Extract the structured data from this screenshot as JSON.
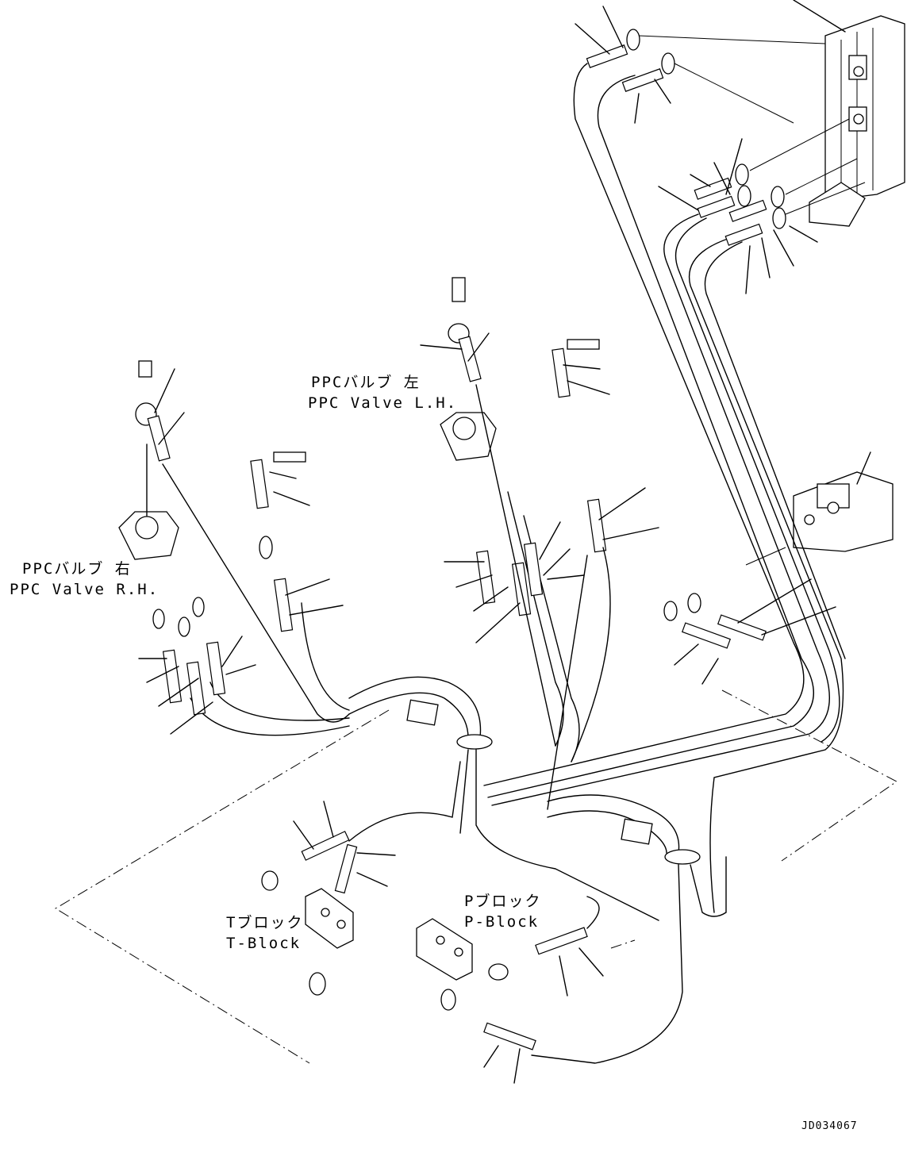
{
  "labels": {
    "ppc_left_jp": "PPCバルブ 左",
    "ppc_left_en": "PPC Valve L.H.",
    "ppc_right_jp": "PPCバルブ 右",
    "ppc_right_en": "PPC Valve R.H.",
    "t_block_jp": "Tブロック",
    "t_block_en": "T-Block",
    "p_block_jp": "Pブロック",
    "p_block_en": "P-Block"
  },
  "drawing_code": "JD034067"
}
